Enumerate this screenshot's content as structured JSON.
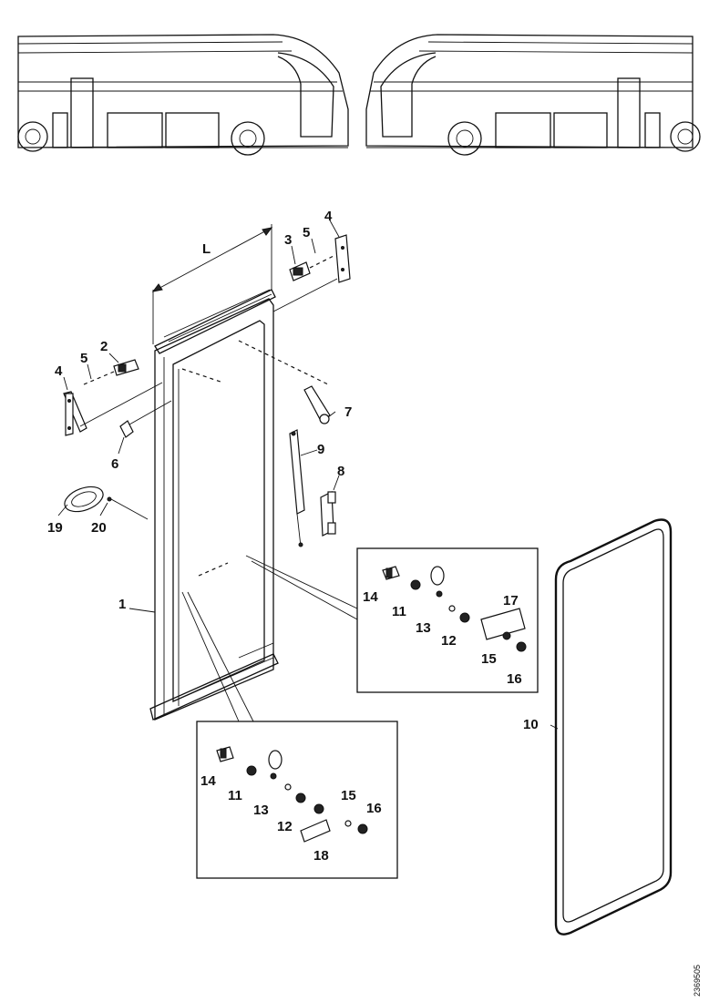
{
  "callouts": {
    "c1": "1",
    "c2": "2",
    "c3": "3",
    "c4": "4",
    "c5": "5",
    "c6": "6",
    "c7": "7",
    "c8": "8",
    "c9": "9",
    "c10": "10",
    "c11": "11",
    "c12": "12",
    "c13": "13",
    "c14": "14",
    "c15": "15",
    "c16": "16",
    "c17": "17",
    "c18": "18",
    "c19": "19",
    "c20": "20"
  },
  "dimension_label": "L",
  "document_number": "2369505"
}
